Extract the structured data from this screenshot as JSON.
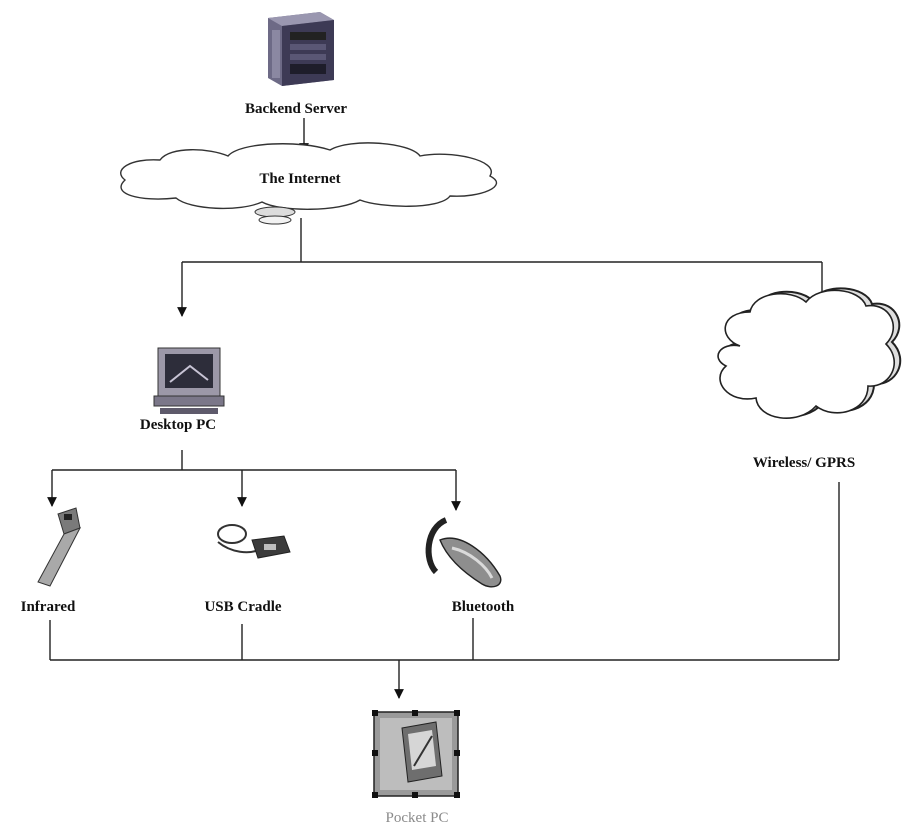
{
  "nodes": {
    "backend_server": "Backend Server",
    "internet": "The Internet",
    "desktop_pc": "Desktop PC",
    "wireless_gprs": "Wireless/ GPRS",
    "infrared": "Infrared",
    "usb_cradle": "USB Cradle",
    "bluetooth": "Bluetooth",
    "pocket_pc": "Pocket PC"
  },
  "icons": {
    "server": "server-icon",
    "desktop": "desktop-computer-icon",
    "infrared": "infrared-adapter-icon",
    "usb_cradle": "usb-cradle-icon",
    "bluetooth": "bluetooth-headset-icon",
    "pocket_pc": "pocket-pc-icon",
    "wireless_cloud": "cloud-icon",
    "internet_cloud": "cloud-icon"
  }
}
